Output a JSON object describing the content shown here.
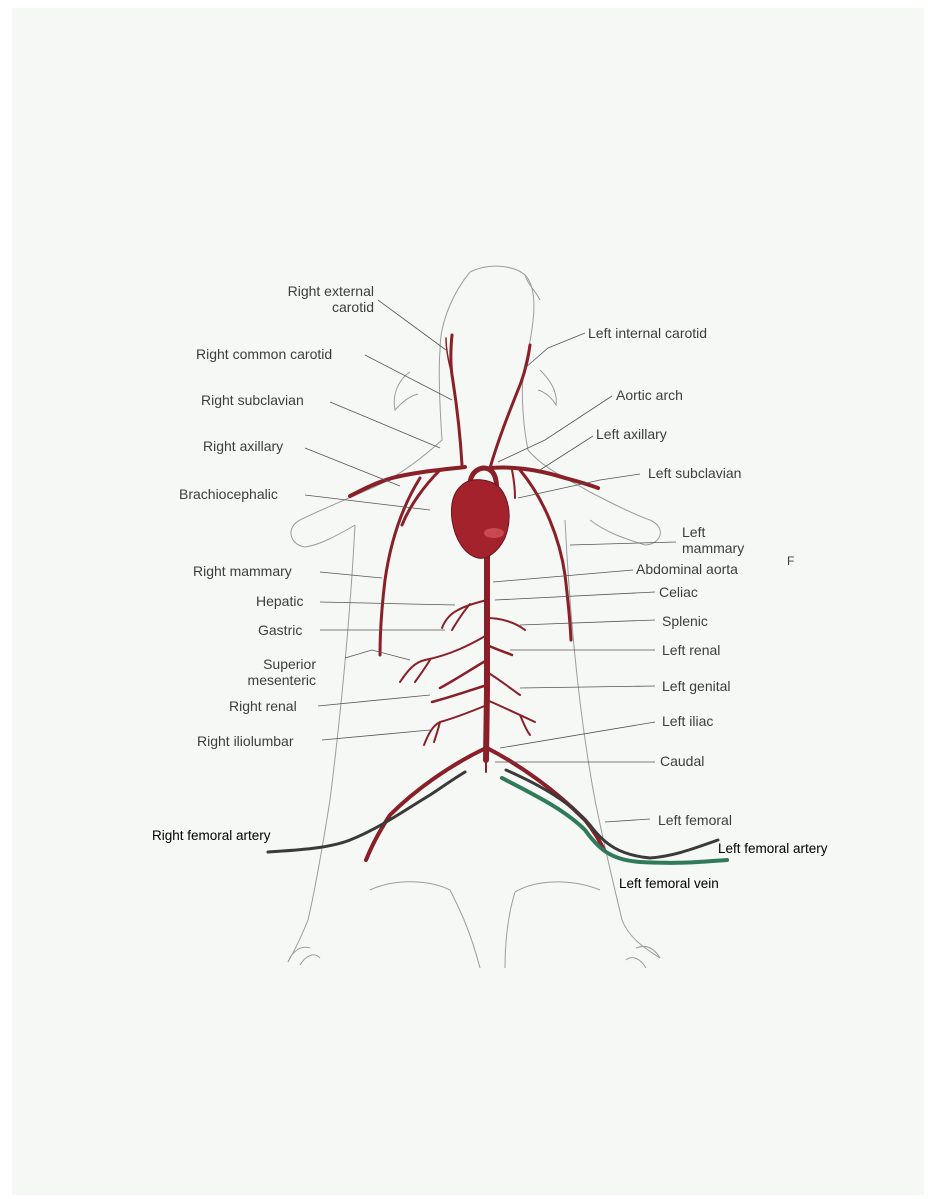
{
  "labels": {
    "right_external_carotid": [
      "Right external",
      "carotid"
    ],
    "right_common_carotid": "Right common carotid",
    "right_subclavian": "Right subclavian",
    "right_axillary": "Right axillary",
    "brachiocephalic": "Brachiocephalic",
    "right_mammary": "Right mammary",
    "hepatic": "Hepatic",
    "gastric": "Gastric",
    "superior_mesenteric": [
      "Superior",
      "mesenteric"
    ],
    "right_renal": "Right renal",
    "right_iliolumbar": "Right iliolumbar",
    "left_internal_carotid": "Left internal carotid",
    "aortic_arch": "Aortic arch",
    "left_axillary": "Left axillary",
    "left_subclavian": "Left subclavian",
    "left_mammary": [
      "Left",
      "mammary"
    ],
    "abdominal_aorta": "Abdominal aorta",
    "celiac": "Celiac",
    "splenic": "Splenic",
    "left_renal": "Left renal",
    "left_genital": "Left genital",
    "left_iliac": "Left iliac",
    "caudal": "Caudal",
    "left_femoral": "Left femoral",
    "page_marker": "F"
  },
  "annotations": {
    "right_femoral_artery": "Right femoral artery",
    "left_femoral_artery": "Left femoral artery",
    "left_femoral_vein": "Left femoral vein"
  },
  "colors": {
    "artery": "#8a1f28",
    "heart": "#a3222c",
    "outline": "#9a9a9a",
    "leader": "#555555",
    "annotation_artery": "#3a3a3a",
    "annotation_vein": "#2f7a58",
    "background": "#f6f8f5"
  }
}
